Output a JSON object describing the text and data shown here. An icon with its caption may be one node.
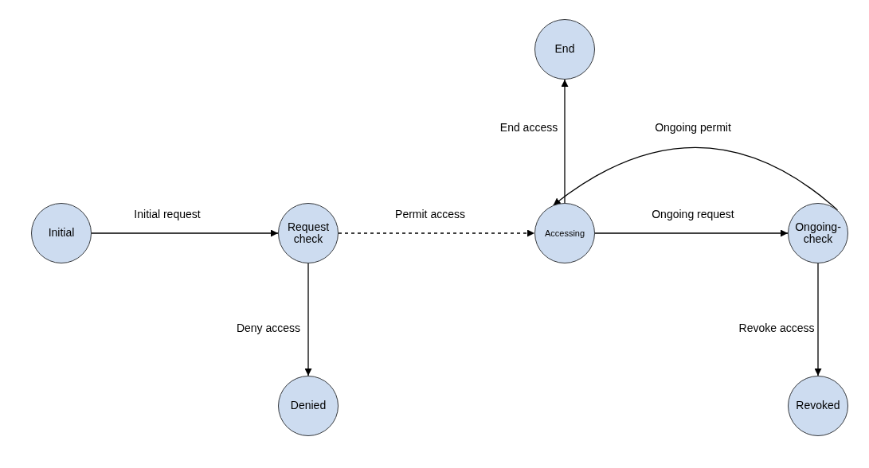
{
  "diagram": {
    "nodes": [
      {
        "text": [
          "Initial"
        ]
      },
      {
        "text": [
          "Request check"
        ]
      },
      {
        "text": [
          "Accessing"
        ]
      },
      {
        "text": [
          "End"
        ]
      },
      {
        "text": [
          "Ongoing-check"
        ]
      },
      {
        "text": [
          "Denied"
        ]
      },
      {
        "text": [
          "Revoked"
        ]
      }
    ],
    "edges": [
      {
        "from": 0,
        "to": 1,
        "arrow": "to",
        "label": "Initial request"
      },
      {
        "from": 1,
        "to": 2,
        "arrow": "to",
        "label": "Permit access",
        "style": "dashed"
      },
      {
        "from": 2,
        "to": 4,
        "arrow": "to",
        "label": "Ongoing request"
      },
      {
        "from": 4,
        "to": 2,
        "arrow": "to",
        "label": "Ongoing permit"
      },
      {
        "from": 2,
        "to": 3,
        "arrow": "to",
        "label": "End access"
      },
      {
        "from": 1,
        "to": 5,
        "arrow": "to",
        "label": "Deny access"
      },
      {
        "from": 4,
        "to": 6,
        "arrow": "to",
        "label": "Revoke access"
      }
    ]
  }
}
